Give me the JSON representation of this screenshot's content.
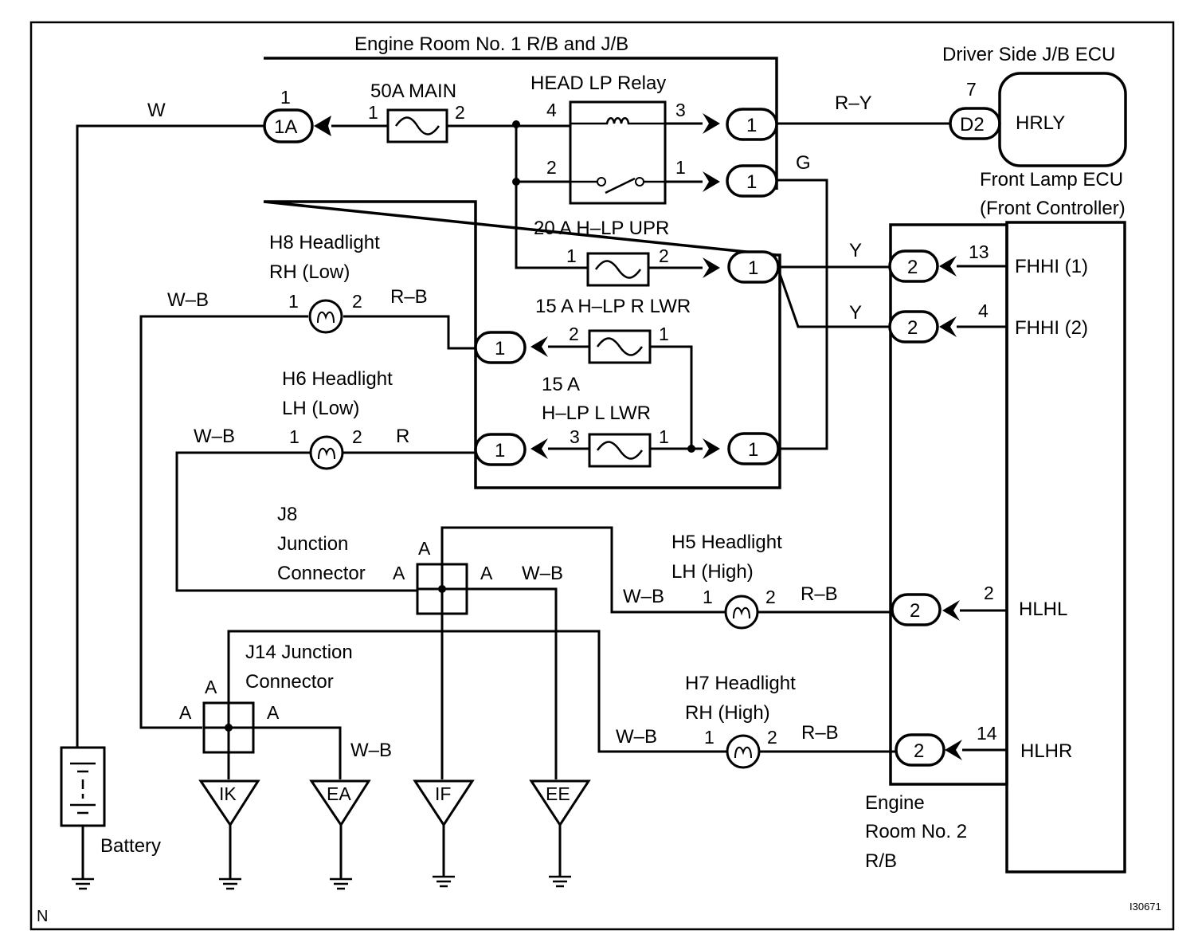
{
  "labels": {
    "engine_room_no1": "Engine Room No. 1 R/B and J/B",
    "driver_side_jb_ecu": "Driver Side J/B ECU",
    "hrly": "HRLY",
    "front_lamp_ecu": "Front Lamp ECU",
    "front_controller": "(Front Controller)",
    "main_fuse": "50A MAIN",
    "head_lp_relay": "HEAD LP Relay",
    "hlp_upr_fuse": "20 A H–LP UPR",
    "hlp_r_lwr_fuse": "15 A H–LP R LWR",
    "hlp_l_lwr_fuse_a": "15 A",
    "hlp_l_lwr_fuse_b": "H–LP L LWR",
    "h8_line1": "H8 Headlight",
    "h8_line2": "RH (Low)",
    "h6_line1": "H6 Headlight",
    "h6_line2": "LH (Low)",
    "h5_line1": "H5 Headlight",
    "h5_line2": "LH (High)",
    "h7_line1": "H7 Headlight",
    "h7_line2": "RH (High)",
    "j8_line1": "J8",
    "j8_line2": "Junction",
    "j8_line3": "Connector",
    "j14_line1": "J14 Junction",
    "j14_line2": "Connector",
    "battery": "Battery",
    "engine_room_no2_line1": "Engine",
    "engine_room_no2_line2": "Room No. 2",
    "engine_room_no2_line3": "R/B",
    "fhhi1": "FHHI (1)",
    "fhhi2": "FHHI (2)",
    "hlhl": "HLHL",
    "hlhr": "HLHR",
    "corner_n": "N",
    "figure_code": "I30671"
  },
  "wires": {
    "w": "W",
    "ry": "R–Y",
    "g": "G",
    "y1": "Y",
    "y2": "Y",
    "h8_wb": "W–B",
    "h8_rb": "R–B",
    "h6_wb": "W–B",
    "h6_r": "R",
    "j8_wb": "W–B",
    "h5_wb": "W–B",
    "h5_rb": "R–B",
    "h7_wb": "W–B",
    "h7_rb": "R–B",
    "j14_wb": "W–B"
  },
  "connectors": {
    "c1a": "1A",
    "c1a_pin": "1",
    "d2": "D2",
    "d2_pin": "7",
    "relay_out3": "1",
    "relay_out1": "1",
    "upr_out": "1",
    "r_lwr_out": "1",
    "l_lwr_out": "1",
    "l_lwr_in": "1",
    "fhhi1_conn": "2",
    "fhhi2_conn": "2",
    "hlhl_conn": "2",
    "hlhr_conn": "2"
  },
  "pins": {
    "main_1": "1",
    "main_2": "2",
    "relay_4": "4",
    "relay_3": "3",
    "relay_2": "2",
    "relay_1": "1",
    "upr_1": "1",
    "upr_2": "2",
    "rlwr_2": "2",
    "rlwr_1": "1",
    "llwr_3": "3",
    "llwr_1": "1",
    "h8_1": "1",
    "h8_2": "2",
    "h6_1": "1",
    "h6_2": "2",
    "h5_1": "1",
    "h5_2": "2",
    "h7_1": "1",
    "h7_2": "2",
    "ecu_13": "13",
    "ecu_4": "4",
    "ecu_2": "2",
    "ecu_14": "14",
    "j8_top": "A",
    "j8_left": "A",
    "j8_right": "A",
    "j14_top": "A",
    "j14_left": "A",
    "j14_right": "A"
  },
  "grounds": {
    "ik": "IK",
    "ea": "EA",
    "if": "IF",
    "ee": "EE"
  }
}
